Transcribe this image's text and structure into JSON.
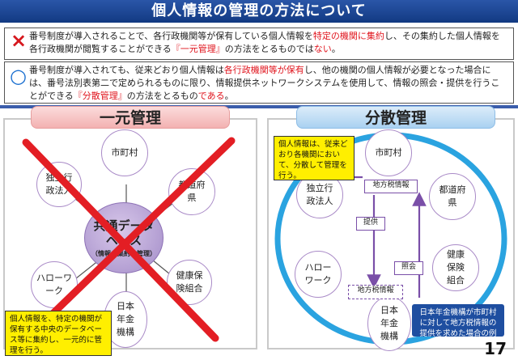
{
  "title": "個人情報の管理の方法について",
  "notes": [
    {
      "icon": "×",
      "icon_color": "#d6181e",
      "parts": [
        {
          "text": "番号制度が導入されることで、各行政機関等が保有している個人情報を",
          "hl": false
        },
        {
          "text": "特定の機関に集約",
          "hl": true
        },
        {
          "text": "し、その集約した個人情報を各行政機関が閲覧することができる",
          "hl": false
        },
        {
          "text": "『一元管理』",
          "hl": true
        },
        {
          "text": "の方法をとるものでは",
          "hl": false
        },
        {
          "text": "ない",
          "hl": true
        },
        {
          "text": "。",
          "hl": false
        }
      ]
    },
    {
      "icon": "○",
      "icon_color": "#1a6fd0",
      "parts": [
        {
          "text": "番号制度が導入されても、従来どおり個人情報は",
          "hl": false
        },
        {
          "text": "各行政機関等が保有",
          "hl": true
        },
        {
          "text": "し、他の機関の個人情報が必要となった場合には、番号法別表第二で定められるものに限り、情報提供ネットワークシステムを使用して、情報の照会・提供を行うことができる",
          "hl": false
        },
        {
          "text": "『分散管理』",
          "hl": true
        },
        {
          "text": "の方法をとるもの",
          "hl": false
        },
        {
          "text": "である",
          "hl": true
        },
        {
          "text": "。",
          "hl": false
        }
      ]
    }
  ],
  "left_panel": {
    "header": "一元管理",
    "center_title": "共通データベース",
    "center_sub": "（情報の集約・管理）",
    "nodes": {
      "municipality": "市町村",
      "independent_agency": "独立行政法人",
      "prefecture": "都道府県",
      "hello_work": "ハローワーク",
      "health_insurance": "健康保険組合",
      "pension": "日本年金機構"
    },
    "note": "個人情報を、特定の機関が保有する中央のデータベース等に集約し、一元的に管理を行う。",
    "cross_color": "#e31e24"
  },
  "right_panel": {
    "header": "分散管理",
    "note": "個人情報は、従来どおり各機関において、分散して管理を行う。",
    "nodes": {
      "municipality": "市町村",
      "independent_agency": "独立行政法人",
      "prefecture": "都道府県",
      "hello_work": "ハローワーク",
      "health_insurance": "健康保険組合",
      "pension": "日本年金機構"
    },
    "tag_source": "地方税情報",
    "tag_dest": "地方税情報",
    "provide_label": "提供",
    "inquiry_label": "照会",
    "example_note": "日本年金機構が市町村に対して地方税情報の提供を求めた場合の例",
    "ring_color": "#2aa3e0"
  },
  "page_number": "17"
}
